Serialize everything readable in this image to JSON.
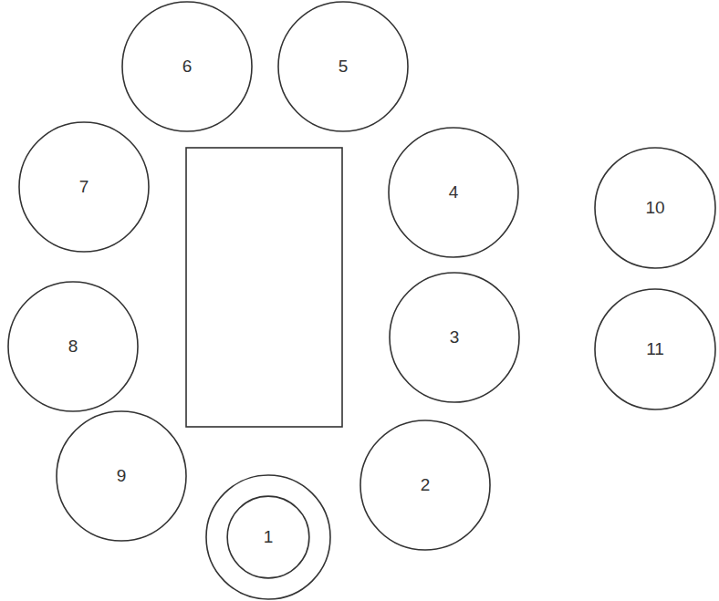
{
  "diagram": {
    "nodes": [
      {
        "text": [
          "6"
        ]
      },
      {
        "text": [
          "5"
        ]
      },
      {
        "text": [
          "7"
        ]
      },
      {
        "text": [
          "4"
        ]
      },
      {
        "text": [
          "10"
        ]
      },
      {
        "text": [
          "8"
        ]
      },
      {
        "text": [
          "3"
        ]
      },
      {
        "text": [
          "11"
        ]
      },
      {
        "text": [
          "9"
        ]
      },
      {
        "text": [
          "2"
        ]
      },
      {
        "text": [
          "1"
        ]
      }
    ]
  }
}
